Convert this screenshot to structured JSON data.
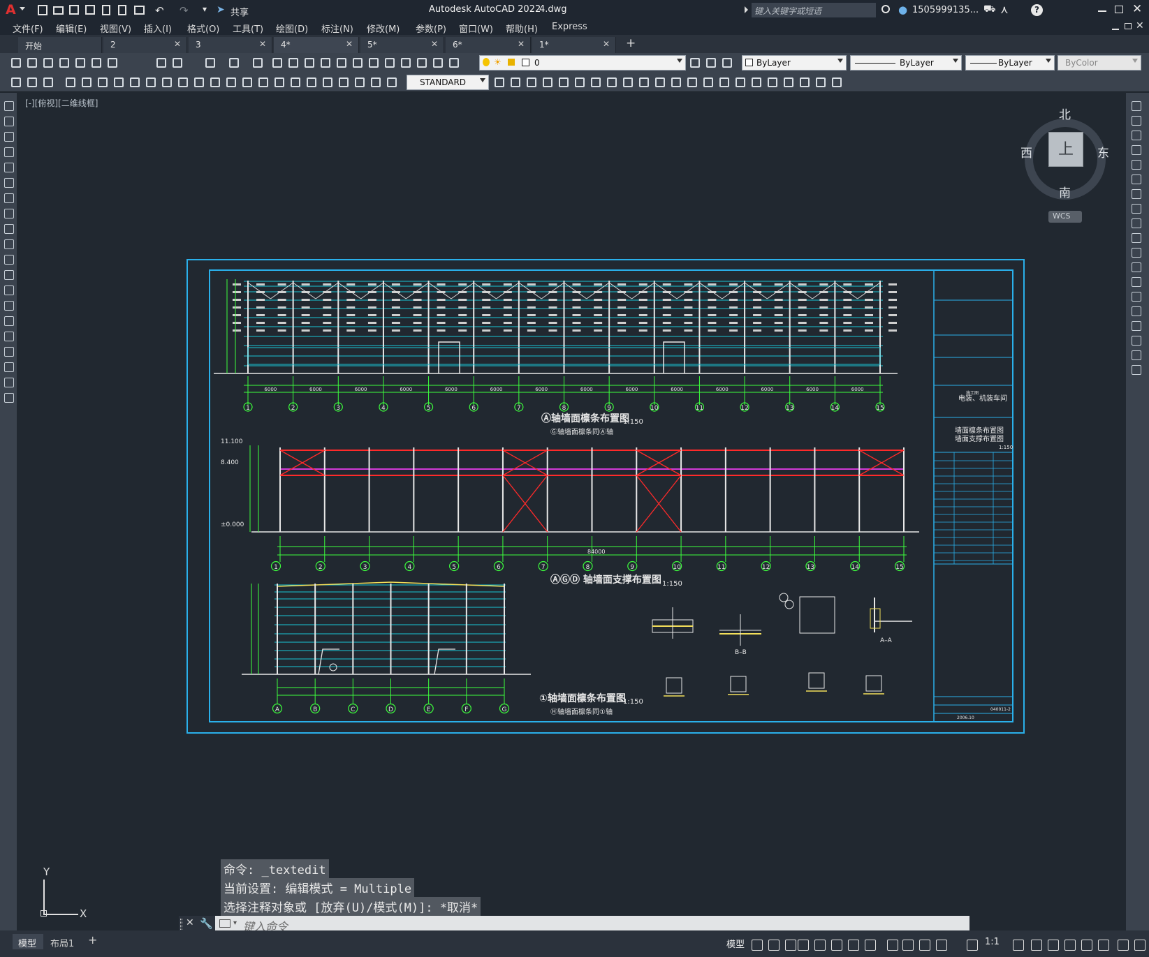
{
  "app": {
    "logo": "A",
    "title": "Autodesk AutoCAD 2022",
    "filename": "4.dwg",
    "share_label": "共享",
    "search_placeholder": "键入关键字或短语",
    "user": "1505999135...",
    "help": "?"
  },
  "menu": [
    "文件(F)",
    "编辑(E)",
    "视图(V)",
    "插入(I)",
    "格式(O)",
    "工具(T)",
    "绘图(D)",
    "标注(N)",
    "修改(M)",
    "参数(P)",
    "窗口(W)",
    "帮助(H)",
    "Express"
  ],
  "tabs": [
    {
      "label": "开始",
      "closable": false
    },
    {
      "label": "2",
      "closable": true
    },
    {
      "label": "3",
      "closable": true
    },
    {
      "label": "4*",
      "closable": true,
      "active": true
    },
    {
      "label": "5*",
      "closable": true
    },
    {
      "label": "6*",
      "closable": true
    },
    {
      "label": "1*",
      "closable": true
    }
  ],
  "layer_combo": "0",
  "property_combos": {
    "color": "ByLayer",
    "linetype": "ByLayer",
    "lineweight": "ByLayer",
    "plotstyle": "ByColor"
  },
  "textstyle_combo": "STANDARD",
  "viewport_label": "[-][俯视][二维线框]",
  "viewcube": {
    "north": "北",
    "south": "南",
    "east": "东",
    "west": "西",
    "top": "上",
    "wcs": "WCS"
  },
  "ucs": {
    "x": "X",
    "y": "Y"
  },
  "command_history": [
    "命令: _textedit",
    "当前设置: 编辑模式 = Multiple",
    "选择注释对象或 [放弃(U)/模式(M)]: *取消*"
  ],
  "command_placeholder": "键入命令",
  "layout_tabs": [
    "模型",
    "布局1"
  ],
  "status": {
    "model": "模型",
    "scale": "1:1"
  },
  "drawing": {
    "view_a_title": "Ⓐ轴墙面檩条布置图",
    "view_a_sub": "Ⓖ轴墙面檩条同Ⓐ轴",
    "view_b_title": "ⒶⒼⒹ 轴墙面支撑布置图",
    "view_c_title": "①轴墙面檩条布置图",
    "view_c_sub": "Ⓗ轴墙面檩条同①轴",
    "scale": "1:150",
    "total_length": "84000",
    "grid_numbers": [
      "1",
      "2",
      "3",
      "4",
      "5",
      "6",
      "7",
      "8",
      "9",
      "10",
      "11",
      "12",
      "13",
      "14",
      "15"
    ],
    "grid_letters": [
      "A",
      "B",
      "C",
      "D",
      "E",
      "F",
      "G"
    ],
    "elevations": [
      "11.100",
      "8.400",
      "±0.000"
    ],
    "bay_dims": [
      "6000",
      "6000",
      "6000",
      "6000",
      "6000",
      "6000",
      "6000",
      "6000",
      "6000",
      "6000",
      "6000",
      "6000",
      "6000",
      "6000"
    ],
    "section_labels": [
      "B–B",
      "A–A"
    ],
    "title_block": {
      "project": "电装、机装车间",
      "sheet_title_1": "墙面檩条布置图",
      "sheet_title_2": "墙面支撑布置图",
      "scale": "1:150",
      "sheet_no": "040011-2",
      "date": "2006.10",
      "stage": "施工图"
    }
  }
}
